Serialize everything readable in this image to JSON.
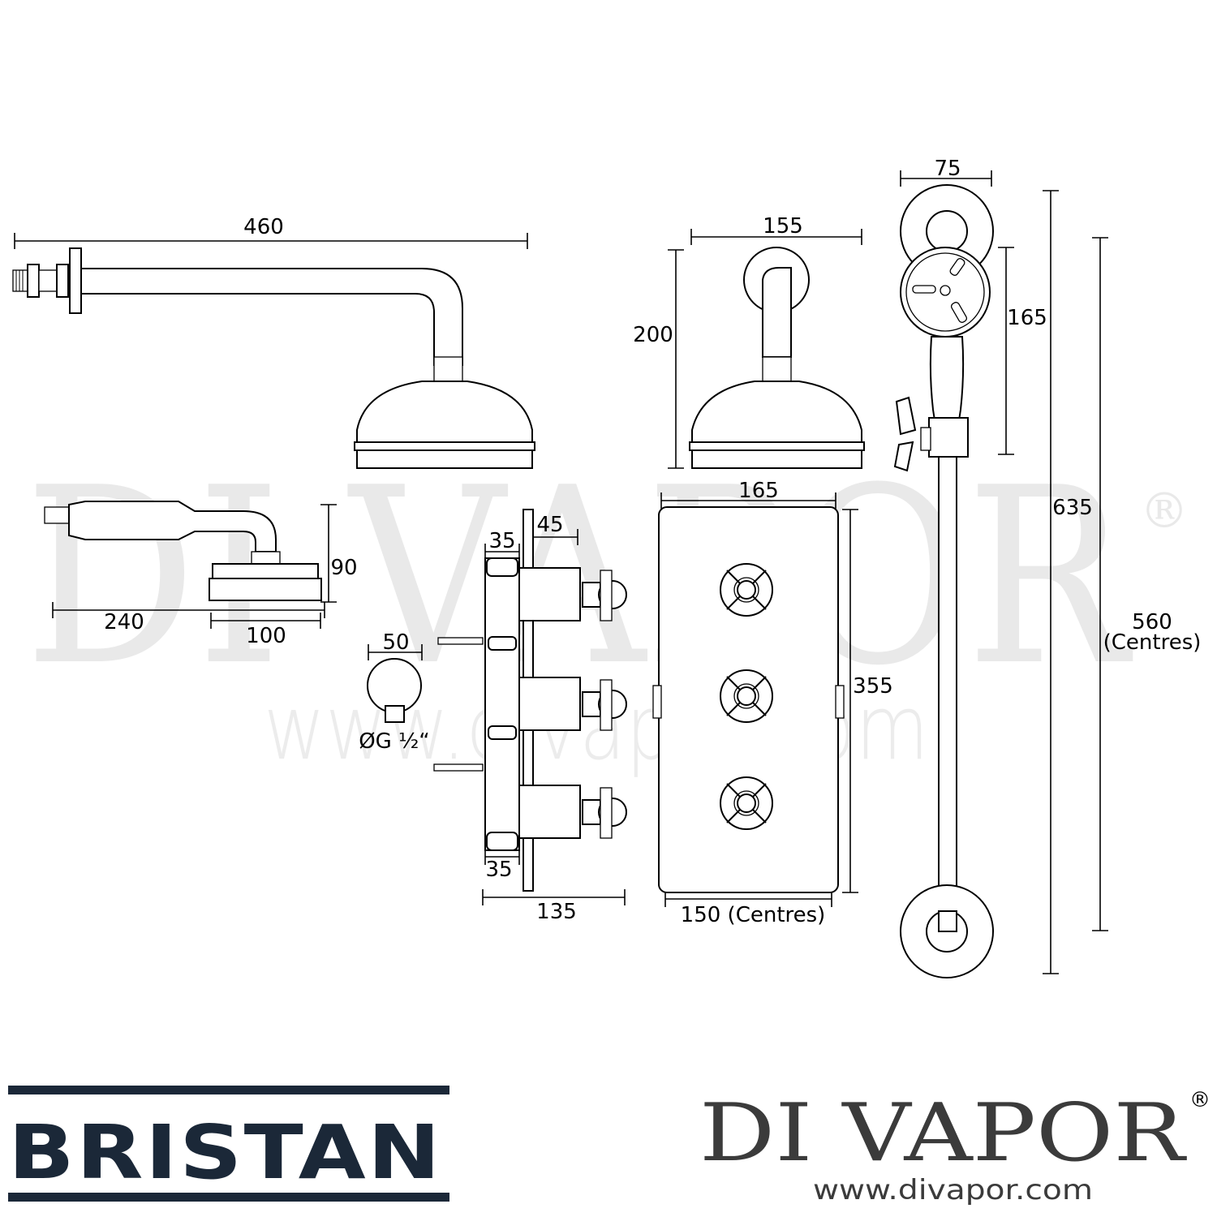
{
  "watermark": {
    "brand": "DI VAPOR",
    "registered": "®",
    "url": "www.divapor.com"
  },
  "dimensions": {
    "arm_length": "460",
    "arm_drop": "155",
    "arm_height": "200",
    "handset_width": "75",
    "handset_length": "165",
    "rail_length": "635",
    "rail_centres": "560",
    "rail_centres_note": "(Centres)",
    "head_length": "240",
    "head_diameter": "100",
    "head_height": "90",
    "outlet_diameter": "50",
    "outlet_thread": "ØG ½“",
    "valve_top_nut": "35",
    "valve_spindle": "45",
    "valve_bottom_nut": "35",
    "valve_depth": "135",
    "plate_width": "165",
    "plate_height": "355",
    "plate_centres": "150 (Centres)"
  },
  "logos": {
    "bristan": "BRISTAN",
    "divapor": "DI VAPOR",
    "divapor_registered": "®",
    "divapor_url": "www.divapor.com"
  }
}
